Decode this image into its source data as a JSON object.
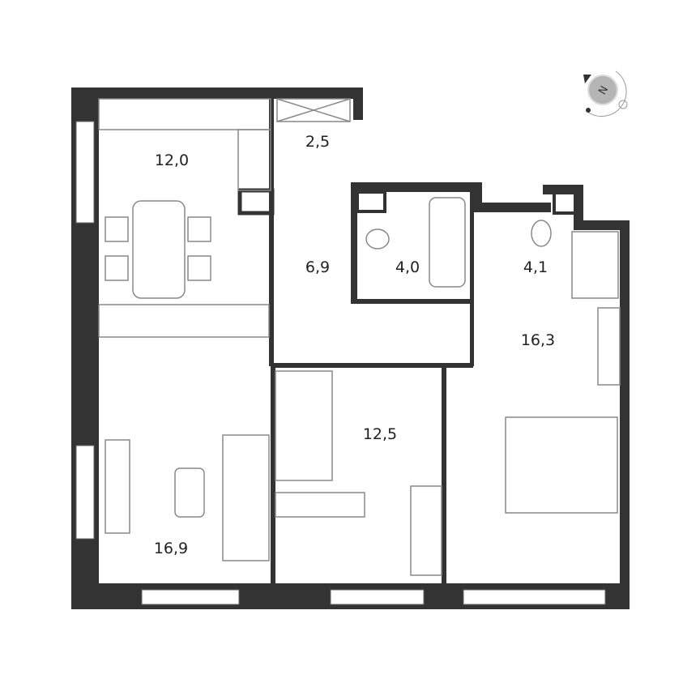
{
  "plan": {
    "rooms": [
      {
        "id": "kitchen",
        "area": "12,0"
      },
      {
        "id": "vestibule",
        "area": "2,5"
      },
      {
        "id": "hallway",
        "area": "6,9"
      },
      {
        "id": "bathroom",
        "area": "4,0"
      },
      {
        "id": "wc",
        "area": "4,1"
      },
      {
        "id": "bedroom",
        "area": "16,3"
      },
      {
        "id": "child-room",
        "area": "12,5"
      },
      {
        "id": "living-room",
        "area": "16,9"
      }
    ],
    "compass": {
      "label": "N"
    },
    "colors": {
      "wall": "#333333",
      "furniture": "#888888",
      "compass": "#b5b5b5"
    }
  }
}
